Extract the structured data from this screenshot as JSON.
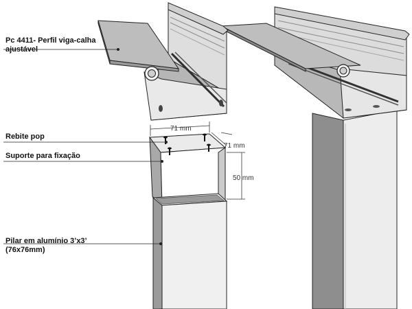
{
  "labels": {
    "profile_line1": "Pc 4411- Perfil viga-calha",
    "profile_line2": "ajustável",
    "rivet": "Rebite pop",
    "support": "Suporte para fixação",
    "pillar_line1": "Pilar em alumínio 3’x3’",
    "pillar_line2": "(76x76mm)"
  },
  "dimensions": {
    "width": "71 mm",
    "depth": "71 mm",
    "height": "50 mm"
  },
  "colors": {
    "metal_light": "#d9d9d9",
    "metal_mid": "#bdbdbd",
    "metal_dark": "#8c8c8c",
    "metal_deep": "#4a4a4a",
    "outline": "#222222",
    "white_face": "#f2f2f2"
  }
}
